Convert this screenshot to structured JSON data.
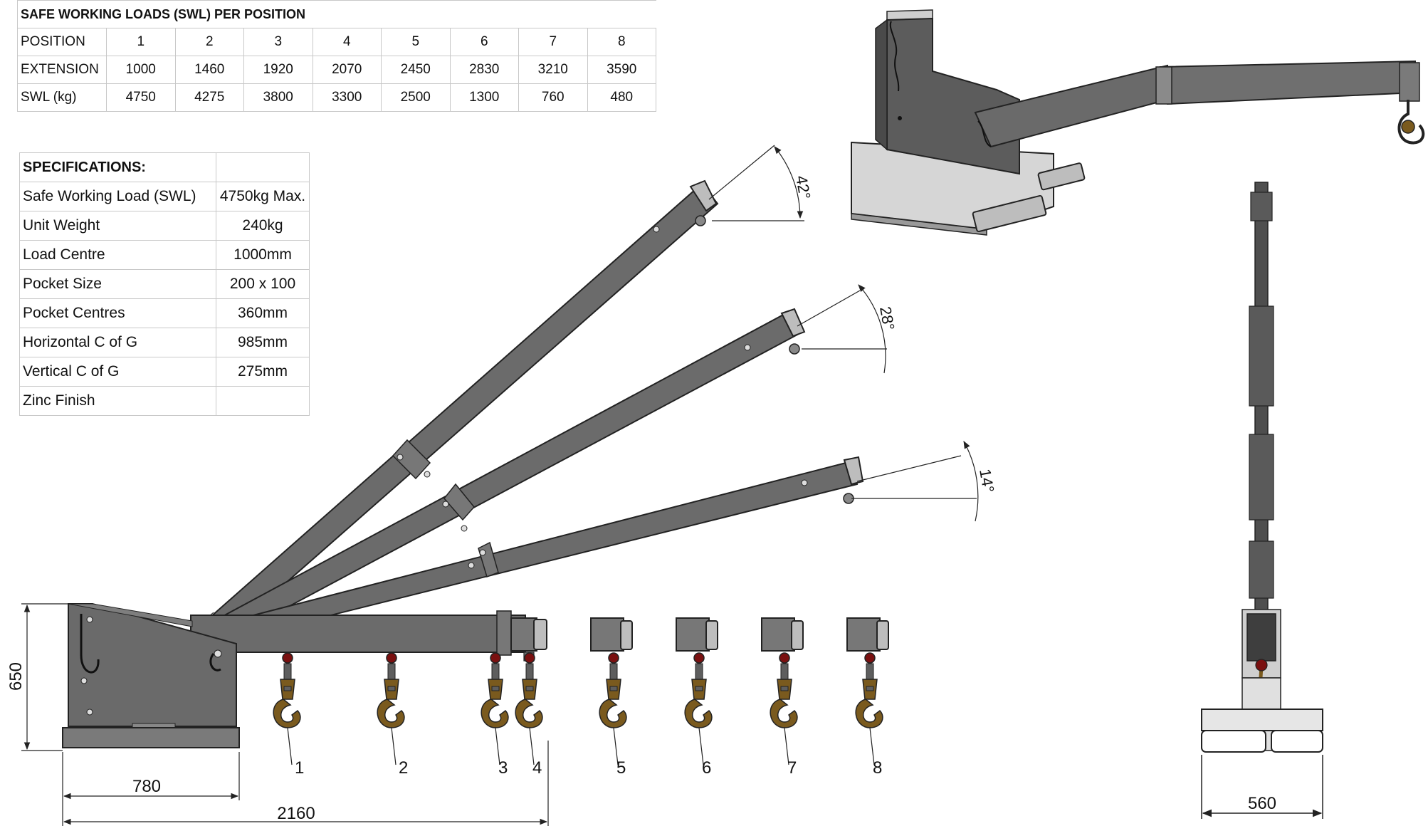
{
  "swl_table": {
    "title": "SAFE WORKING LOADS (SWL) PER POSITION",
    "rows": [
      {
        "label": "POSITION",
        "values": [
          "1",
          "2",
          "3",
          "4",
          "5",
          "6",
          "7",
          "8"
        ]
      },
      {
        "label": "EXTENSION",
        "values": [
          "1000",
          "1460",
          "1920",
          "2070",
          "2450",
          "2830",
          "3210",
          "3590"
        ]
      },
      {
        "label": "SWL (kg)",
        "values": [
          "4750",
          "4275",
          "3800",
          "3300",
          "2500",
          "1300",
          "760",
          "480"
        ]
      }
    ]
  },
  "spec_table": {
    "title": "SPECIFICATIONS:",
    "rows": [
      {
        "label": "Safe Working Load (SWL)",
        "value": "4750kg Max."
      },
      {
        "label": "Unit Weight",
        "value": "240kg"
      },
      {
        "label": "Load Centre",
        "value": "1000mm"
      },
      {
        "label": "Pocket Size",
        "value": "200 x 100"
      },
      {
        "label": "Pocket Centres",
        "value": "360mm"
      },
      {
        "label": "Horizontal C of G",
        "value": "985mm"
      },
      {
        "label": "Vertical C of G",
        "value": "275mm"
      },
      {
        "label": "Zinc Finish",
        "value": ""
      }
    ]
  },
  "angles": {
    "a1": "42°",
    "a2": "28°",
    "a3": "14°"
  },
  "dimensions": {
    "height": "650",
    "base_width": "780",
    "total_length": "2160",
    "front_width": "560"
  },
  "hook_positions": [
    "1",
    "2",
    "3",
    "4",
    "5",
    "6",
    "7",
    "8"
  ],
  "colors": {
    "steel": "#6e6e6e",
    "steel_light": "#bdbdbd",
    "hook": "#7a5a1e",
    "pin": "#7a1010",
    "line": "#222222"
  }
}
